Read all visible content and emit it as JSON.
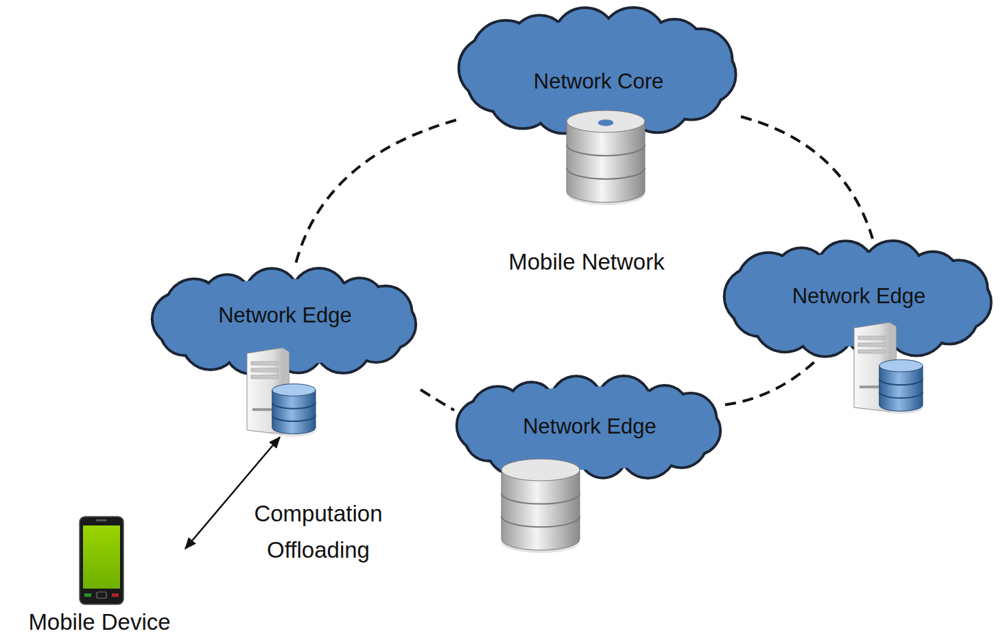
{
  "diagram": {
    "nodes": [
      {
        "text": [
          "Network Core"
        ]
      },
      {
        "text": [
          "Network Edge"
        ]
      },
      {
        "text": [
          "Network Edge"
        ]
      },
      {
        "text": [
          "Network Edge"
        ]
      },
      {
        "text": [
          "Mobile Device"
        ]
      }
    ],
    "edges": [
      {
        "from": 0,
        "to": 1,
        "arrow": "none"
      },
      {
        "from": 0,
        "to": 2,
        "arrow": "none"
      },
      {
        "from": 1,
        "to": 3,
        "arrow": "none"
      },
      {
        "from": 3,
        "to": 2,
        "arrow": "none"
      },
      {
        "from": 4,
        "to": 1,
        "label": "Computation Offloading",
        "arrow": "both"
      }
    ],
    "labels": [
      "Mobile Network"
    ]
  }
}
